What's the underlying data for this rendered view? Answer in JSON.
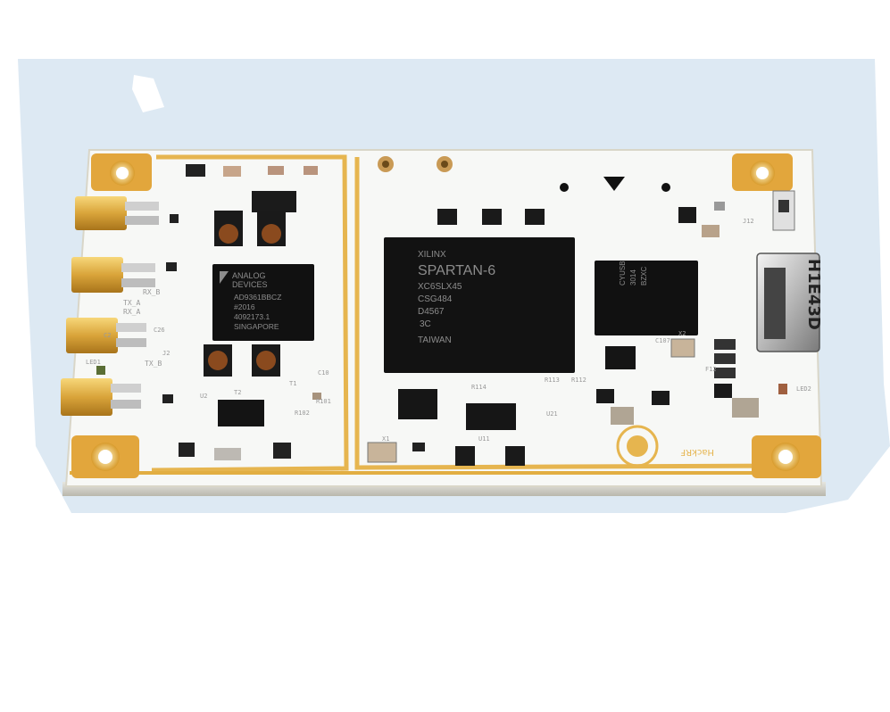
{
  "scene": {
    "background_color": "#ffffff",
    "backdrop_color": "#dde9f3",
    "board_color": "#f7f8f6",
    "gold_color": "#e3a93a"
  },
  "rf_ports": [
    {
      "label": "RX_A"
    },
    {
      "label": "TX_A"
    },
    {
      "label": "RX_B"
    },
    {
      "label": "TX_B"
    }
  ],
  "rf_chip": {
    "brand_line1": "ANALOG",
    "brand_line2": "DEVICES",
    "part": "AD9361BBCZ",
    "date": "#2016",
    "lot": "4092173.1",
    "origin": "SINGAPORE"
  },
  "fpga_chip": {
    "brand": "XILINX",
    "family": "SPARTAN-6",
    "part": "XC6SLX45",
    "code1": "CSG484",
    "code2": "D4567",
    "grade": "3C",
    "origin": "TAIWAN"
  },
  "usb_chip": {
    "line1": "CYUSB",
    "line2": "3014",
    "line3": "BZXC"
  },
  "usb_connector": {
    "label": "H1E43D"
  },
  "silkscreen": {
    "j2": "J2",
    "t1": "T1",
    "t2": "T2",
    "u2": "U2",
    "r102": "R102",
    "r101": "R101",
    "r114": "R114",
    "led1": "LED1",
    "led2": "LED2",
    "c26": "C26",
    "c10": "C10",
    "c2": "C2",
    "x1": "X1",
    "x2": "X2",
    "f12": "F12",
    "c107": "C107",
    "r112": "R112",
    "r113": "R113",
    "u21": "U21",
    "u11": "U11",
    "j12": "J12",
    "logo_text": "HackRF"
  }
}
